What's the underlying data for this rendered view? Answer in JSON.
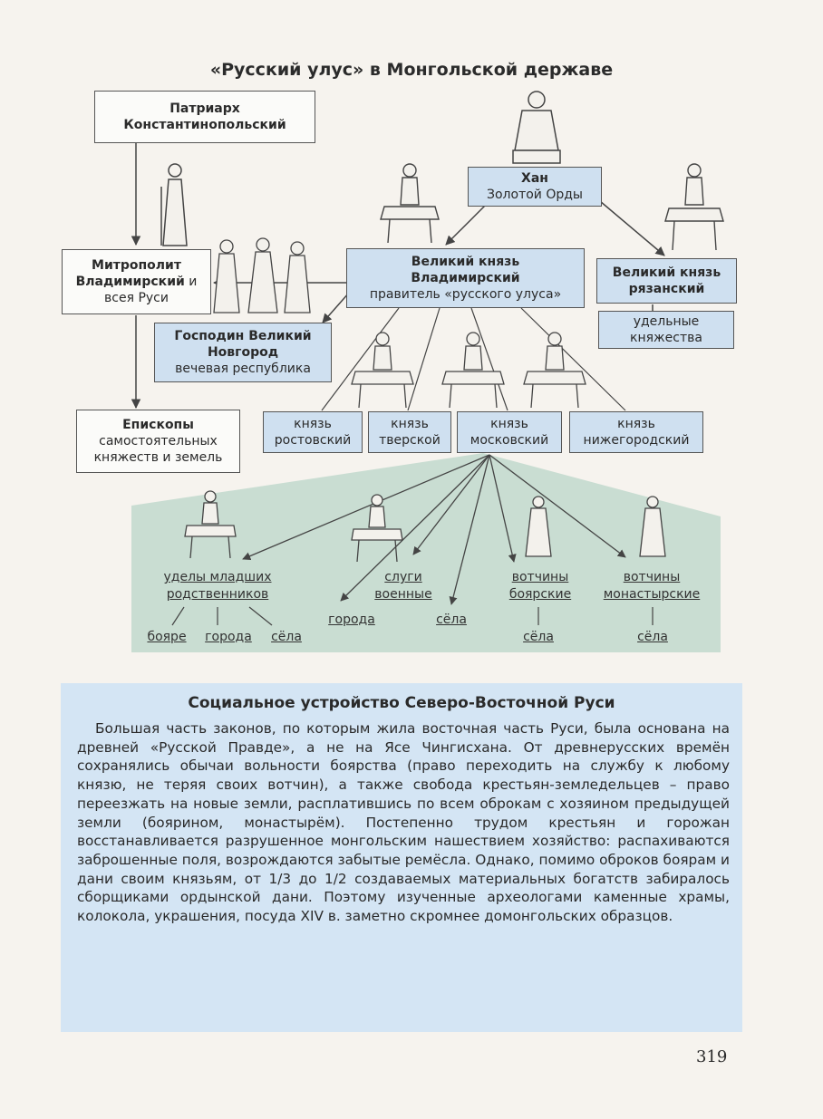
{
  "diagram": {
    "title": "«Русский улус» в Монгольской державе",
    "patriarch": {
      "line1": "Патриарх",
      "line2": "Константинопольский"
    },
    "khan": {
      "line1": "Хан",
      "line2": "Золотой Орды"
    },
    "metropolitan": {
      "line1": "Митрополит",
      "line2a": "Владимирский",
      "line2b": " и",
      "line3": "всея Руси"
    },
    "grand_prince": {
      "line1": "Великий князь",
      "line2": "Владимирский",
      "line3": "правитель «русского улуса»"
    },
    "ryazan": {
      "line1": "Великий князь",
      "line2": "рязанский"
    },
    "appanage": {
      "line1": "удельные",
      "line2": "княжества"
    },
    "novgorod": {
      "line1": "Господин Великий",
      "line2": "Новгород",
      "line3": "вечевая республика"
    },
    "bishops": {
      "line1": "Епископы",
      "line2": "самостоятельных",
      "line3": "княжеств и земель"
    },
    "princes": [
      {
        "line1": "князь",
        "line2": "ростовский"
      },
      {
        "line1": "князь",
        "line2": "тверской"
      },
      {
        "line1": "князь",
        "line2": "московский"
      },
      {
        "line1": "князь",
        "line2": "нижегородский"
      }
    ],
    "lower": {
      "udely": {
        "line1": "уделы младших",
        "line2": "родственников"
      },
      "slugi": {
        "line1": "слуги",
        "line2": "военные"
      },
      "votchiny_boyar": {
        "line1": "вотчины",
        "line2": "боярские"
      },
      "votchiny_mon": {
        "line1": "вотчины",
        "line2": "монастырские"
      },
      "boyare": "бояре",
      "goroda1": "города",
      "sela1": "сёла",
      "goroda2": "города",
      "sela2": "сёла",
      "sela3": "сёла",
      "sela4": "сёла"
    }
  },
  "info": {
    "title": "Социальное устройство Северо-Восточной Руси",
    "text": "Большая часть законов, по которым жила восточная часть Руси, была основана на древней «Русской Правде», а не на Ясе Чингисхана. От древнерусских времён сохранялись обычаи вольности боярства (право переходить на службу к любому князю, не теряя своих вотчин), а также свобода крестьян-земледельцев – право переезжать на новые земли, рас­платившись по всем оброкам с хозяином предыдущей земли (боярином, монастырём). Постепенно трудом крестьян и горожан восстанавливается разрушенное монгольским нашествием хозяйство: распахиваются забро­шенные поля, возрождаются забытые ремёсла. Однако, помимо оброков боярам и дани своим князьям, от 1/3 до 1/2 создаваемых материальных богатств забиралось сборщиками ордынской дани. Поэтому изученные археологами каменные храмы, колокола, украшения, посуда XIV в. замет­но скромнее домонгольских образцов."
  },
  "page_number": "319",
  "colors": {
    "box_blue": "#cfe0f0",
    "field_green": "#c9ddd2",
    "info_blue": "#d4e5f4"
  }
}
